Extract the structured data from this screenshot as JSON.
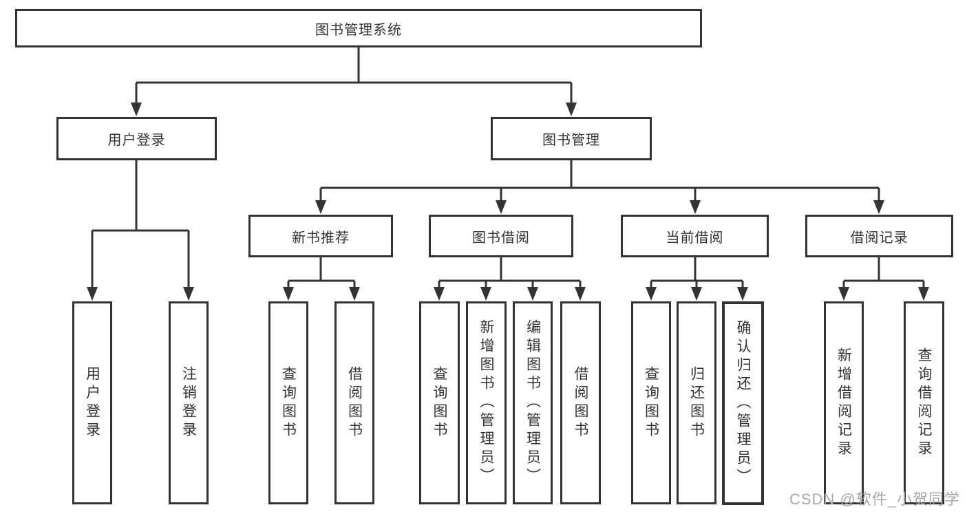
{
  "diagram": {
    "root": {
      "label": "图书管理系统"
    },
    "branches": [
      {
        "label": "用户登录",
        "children": [
          "用户登录",
          "注销登录"
        ]
      },
      {
        "label": "图书管理"
      }
    ],
    "modules": [
      {
        "label": "新书推荐",
        "children": [
          "查询图书",
          "借阅图书"
        ]
      },
      {
        "label": "图书借阅",
        "children": [
          "查询图书",
          "新增图书（管理员）",
          "编辑图书（管理员）",
          "借阅图书"
        ]
      },
      {
        "label": "当前借阅",
        "children": [
          "查询图书",
          "归还图书",
          "确认归还（管理员）"
        ]
      },
      {
        "label": "借阅记录",
        "children": [
          "新增借阅记录",
          "查询借阅记录"
        ]
      }
    ]
  },
  "watermark": {
    "text": "CSDN @软件_小贺同学"
  },
  "colors": {
    "line": "#333333",
    "text": "#333333",
    "box_background": "#ffffff",
    "watermark": "#a8a8a8"
  }
}
